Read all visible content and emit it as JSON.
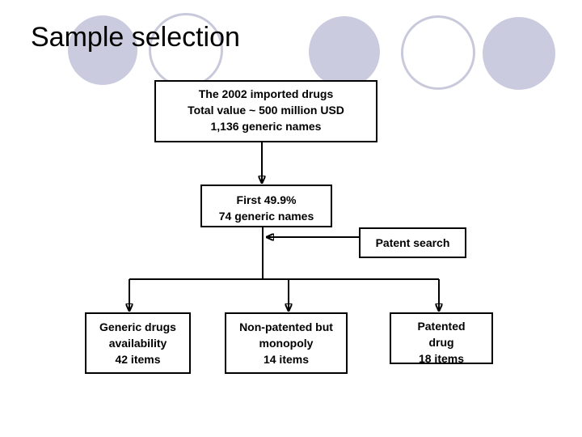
{
  "slide": {
    "title": "Sample selection"
  },
  "flowchart": {
    "source_box": {
      "lines": [
        "The 2002 imported drugs",
        "Total value ~ 500 million USD",
        "1,136 generic names"
      ]
    },
    "selection_box": {
      "lines": [
        "First 49.9%",
        "74 generic names"
      ]
    },
    "patent_search_box": {
      "label": "Patent search"
    },
    "result_boxes": [
      {
        "lines": [
          "Generic drugs",
          "availability",
          "42 items"
        ]
      },
      {
        "lines": [
          "Non-patented but",
          "monopoly",
          "14 items"
        ]
      },
      {
        "lines": [
          "Patented",
          "drug",
          "18 items"
        ]
      }
    ]
  },
  "colors": {
    "background": "#ffffff",
    "title_color": "#000000",
    "circle_fill": "#cbcbdf",
    "circle_outline": "#c9c9dc",
    "box_border": "#000000",
    "arrow": "#000000"
  }
}
